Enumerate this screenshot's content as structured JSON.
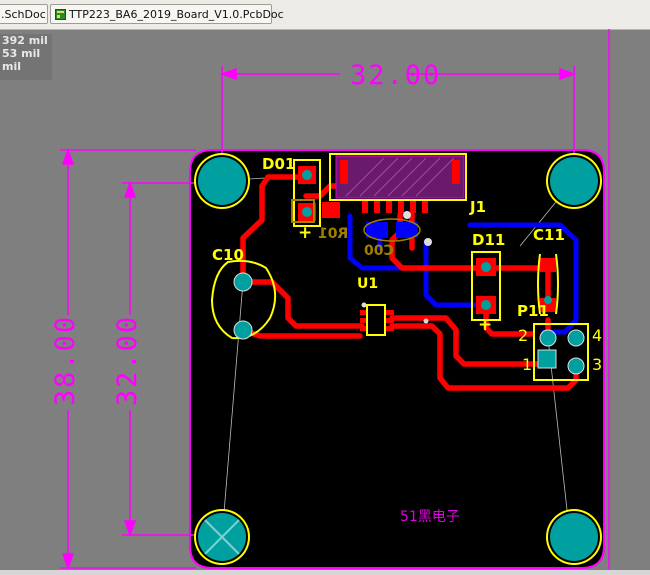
{
  "tabs": [
    {
      "label": ".SchDoc",
      "active": false
    },
    {
      "label": "TTP223_BA6_2019_Board_V1.0.PcbDoc",
      "active": true
    }
  ],
  "coords": {
    "x": "392 mil",
    "y": "53 mil",
    "unit": "mil"
  },
  "dimensions": {
    "width": "32.00",
    "height_outer": "38.00",
    "height_inner": "32.00"
  },
  "components": {
    "d01": "D01",
    "r01": "R01",
    "j1": "J1",
    "c00": "C00",
    "c10": "C10",
    "u1": "U1",
    "d11": "D11",
    "c11": "C11",
    "p11": "P11",
    "pin1": "1",
    "pin2": "2",
    "pin3": "3",
    "pin4": "4",
    "plus_d01": "+",
    "plus_d11": "+"
  },
  "silk_text": "51黑电子",
  "colors": {
    "background": "#7f7f7f",
    "board": "#000000",
    "outline": "#ff00ff",
    "top_copper": "#ff0000",
    "bottom_copper": "#0000ff",
    "silkscreen": "#ffff00",
    "pad": "#00a0a0",
    "dimension": "#ff00ff"
  }
}
